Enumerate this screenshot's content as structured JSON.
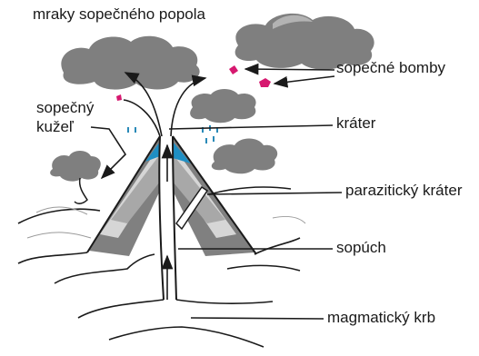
{
  "labels": {
    "clouds": "mraky sopečného popola",
    "bombs": "sopečné bomby",
    "cone_line1": "sopečný",
    "cone_line2": "kužeľ",
    "crater": "kráter",
    "parasitic_crater": "parazitický kráter",
    "conduit": "sopúch",
    "magma_chamber": "magmatický krb"
  },
  "colors": {
    "cloud": "#7f7f7f",
    "cloud_light": "#b3b3b3",
    "layer_dark": "#808080",
    "layer_mid": "#a8a8a8",
    "layer_light": "#d6d6d6",
    "accent_blue": "#1f8fc4",
    "bomb_pink": "#d6186f",
    "rain_blue": "#2a8ab8",
    "line": "#1a1a1a"
  }
}
